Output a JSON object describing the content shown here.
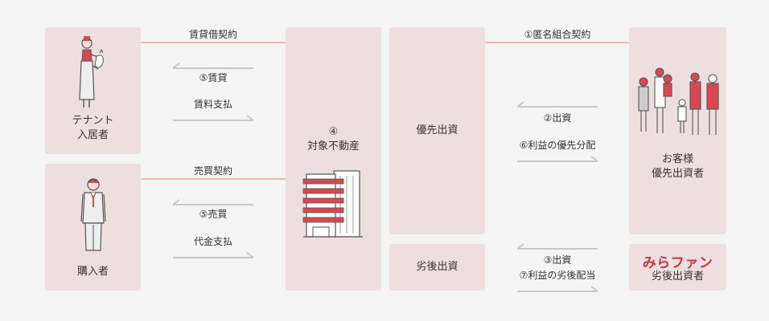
{
  "boxes": {
    "tenant": "テナント\n入居者",
    "buyer": "購入者",
    "property": "④\n対象不動産",
    "senior": "優先出資",
    "junior": "劣後出資",
    "customers": "お客様\n優先出資者",
    "mirafan_brand": "みらファン",
    "mirafan_role": "劣後出資者"
  },
  "flows": {
    "lease_contract": "賃貸借契約",
    "rent_received": "⑤賃貸",
    "rent_payment": "賃料支払",
    "sale_contract": "売買契約",
    "sale_proceeds": "⑤売買",
    "price_payment": "代金支払",
    "tk_contract": "①匿名組合契約",
    "investment_senior": "②出資",
    "profit_senior": "⑥利益の優先分配",
    "investment_junior": "③出資",
    "profit_junior": "⑦利益の劣後配当"
  },
  "colors": {
    "box_bg": "#eddfe0",
    "connector": "#f0b6b8",
    "arrow": "#c8c8c8",
    "accent": "#c9343f"
  }
}
